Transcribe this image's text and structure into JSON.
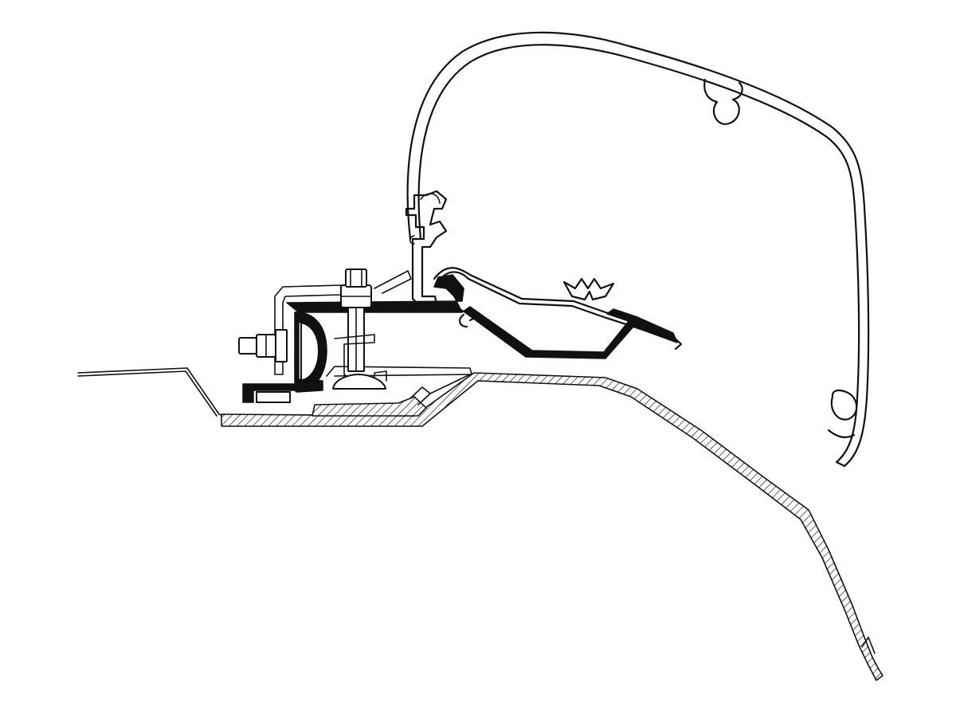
{
  "diagram": {
    "kind": "technical cross-section drawing",
    "colors": {
      "line": "#111111",
      "background": "#ffffff"
    },
    "parts": [
      "awning-cassette",
      "mounting-rail",
      "adapter-bracket",
      "bolt",
      "nut",
      "clamp",
      "vehicle-roof"
    ]
  }
}
